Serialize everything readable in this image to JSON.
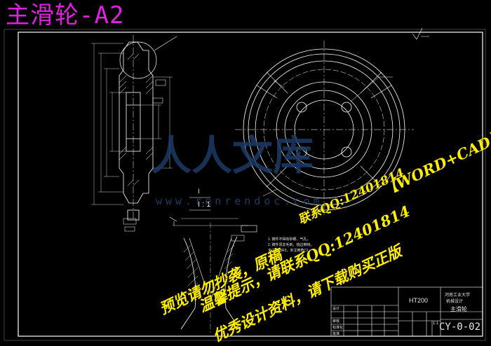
{
  "drawing": {
    "title": "主滑轮-A2",
    "section_label": "I : 1",
    "section_marker": "I",
    "notes_line1": "1. 铸件不得有砂眼、气孔。",
    "notes_line2": "2. 铸件须去毛刺，锐边倒钝。",
    "notes_line3": "   未注圆角R3，未注倒角C1。"
  },
  "watermark": {
    "line1": "【WORD+CAD】全套资料",
    "line2": "联系QQ:12401814",
    "line3": "预览请勿抄袭，原稿",
    "line4": "温馨提示，请联系QQ:12401814",
    "line5": "优秀设计资料，请下载购买正版",
    "logo": "人人文库",
    "url": "www.renrendoc.com"
  },
  "title_block": {
    "material": "HT200",
    "school": "河南工业大学",
    "school2": "机械设计",
    "part_name": "主滑轮",
    "drawing_no": "CY-0-02",
    "scale": "1:1",
    "designer": "设计",
    "checker": "审核",
    "standard": "标准化",
    "approve": "批准"
  },
  "colors": {
    "background": "#000000",
    "line": "#ffffff",
    "title": "#e020e0",
    "watermark": "#ffee00",
    "logo": "#1d3a66"
  }
}
